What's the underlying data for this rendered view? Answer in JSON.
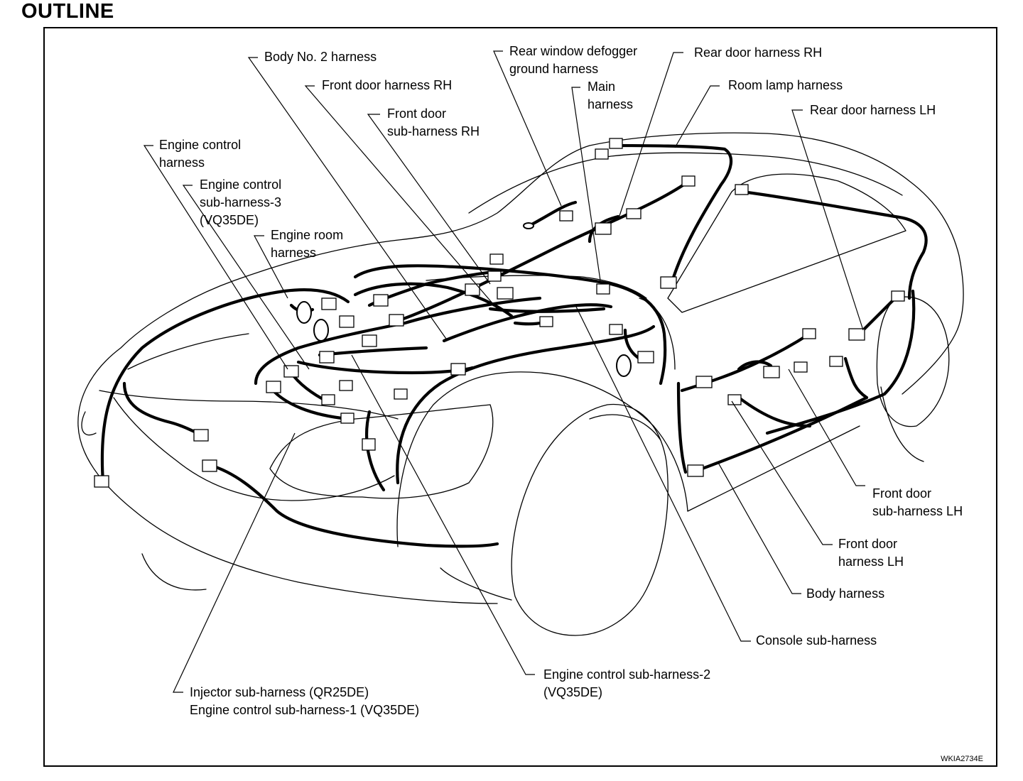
{
  "page": {
    "title": "OUTLINE",
    "figure_code": "WKIA2734E"
  },
  "labels": {
    "body_no2": "Body No. 2 harness",
    "rear_defogger": "Rear window defogger\nground harness",
    "rear_door_rh": "Rear door harness RH",
    "room_lamp": "Room lamp harness",
    "front_door_rh": "Front door harness RH",
    "main": "Main\nharness",
    "rear_door_lh": "Rear door harness LH",
    "front_door_sub_rh": "Front door\nsub-harness RH",
    "engine_control": "Engine control\nharness",
    "engine_control_sub3": "Engine control\nsub-harness-3\n(VQ35DE)",
    "engine_room": "Engine room\nharness",
    "front_door_sub_lh": "Front door\nsub-harness LH",
    "front_door_lh": "Front door\nharness LH",
    "body": "Body harness",
    "console_sub": "Console sub-harness",
    "engine_control_sub2": "Engine control sub-harness-2\n(VQ35DE)",
    "injector_sub": "Injector sub-harness (QR25DE)\nEngine control sub-harness-1 (VQ35DE)"
  }
}
